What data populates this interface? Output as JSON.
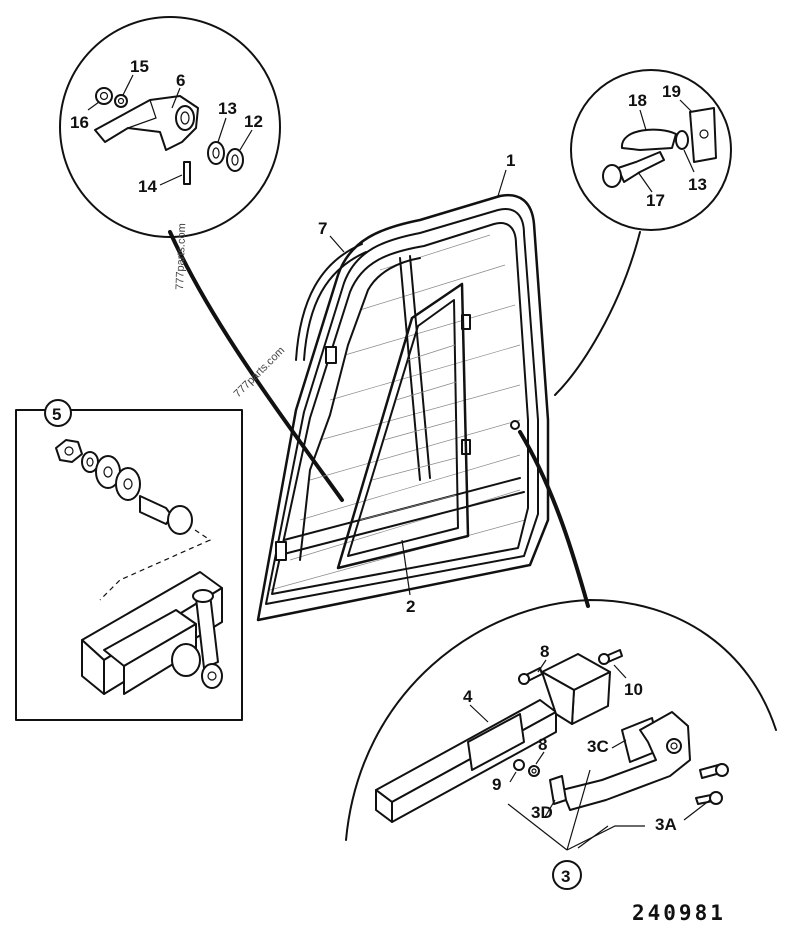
{
  "drawing_number": "240981",
  "watermarks": [
    "777parts.com",
    "777parts.com"
  ],
  "callouts": [
    {
      "id": "1",
      "label": "1",
      "circled": false
    },
    {
      "id": "2",
      "label": "2",
      "circled": false
    },
    {
      "id": "3",
      "label": "3",
      "circled": true
    },
    {
      "id": "3a",
      "label": "3A",
      "circled": false
    },
    {
      "id": "3c",
      "label": "3C",
      "circled": false
    },
    {
      "id": "3d",
      "label": "3D",
      "circled": false
    },
    {
      "id": "4",
      "label": "4",
      "circled": false
    },
    {
      "id": "5",
      "label": "5",
      "circled": true
    },
    {
      "id": "6",
      "label": "6",
      "circled": false
    },
    {
      "id": "7",
      "label": "7",
      "circled": false
    },
    {
      "id": "8a",
      "label": "8",
      "circled": false
    },
    {
      "id": "8b",
      "label": "8",
      "circled": false
    },
    {
      "id": "9",
      "label": "9",
      "circled": false
    },
    {
      "id": "10",
      "label": "10",
      "circled": false
    },
    {
      "id": "12",
      "label": "12",
      "circled": false
    },
    {
      "id": "13a",
      "label": "13",
      "circled": false
    },
    {
      "id": "13b",
      "label": "13",
      "circled": false
    },
    {
      "id": "14",
      "label": "14",
      "circled": false
    },
    {
      "id": "15",
      "label": "15",
      "circled": false
    },
    {
      "id": "16",
      "label": "16",
      "circled": false
    },
    {
      "id": "17",
      "label": "17",
      "circled": false
    },
    {
      "id": "18",
      "label": "18",
      "circled": false
    },
    {
      "id": "19",
      "label": "19",
      "circled": false
    }
  ]
}
